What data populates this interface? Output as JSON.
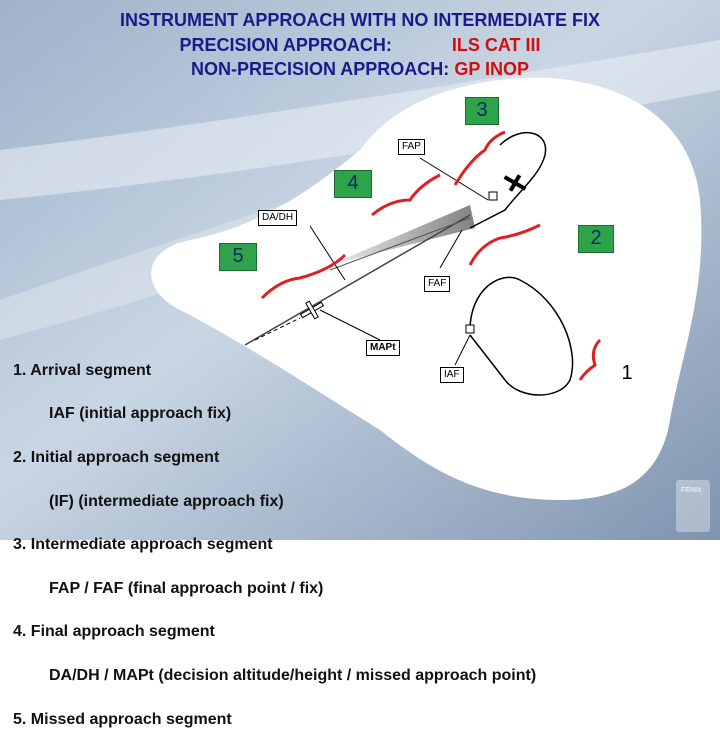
{
  "title": {
    "line1": "INSTRUMENT APPROACH WITH NO INTERMEDIATE FIX",
    "line2_prefix": "PRECISION APPROACH:",
    "line2_value": "ILS CAT III",
    "line3_prefix": "NON-PRECISION APPROACH:",
    "line3_value": "GP INOP"
  },
  "segment_numbers": [
    "1",
    "2",
    "3",
    "4",
    "5"
  ],
  "labels": {
    "fap": "FAP",
    "dadh": "DA/DH",
    "faf": "FAF",
    "mapt": "MAPt",
    "iaf": "IAF"
  },
  "legend": {
    "item1": "1. Arrival segment",
    "item1_sub": "IAF (initial approach fix)",
    "item2": "2. Initial approach segment",
    "item2_sub": "(IF) (intermediate approach fix)",
    "item3": "3. Intermediate approach segment",
    "item3_sub": "FAP / FAF (final approach point / fix)",
    "item4": "4. Final approach segment",
    "item4_sub": "DA/DH / MAPt (decision altitude/height / missed approach point)",
    "item5": "5. Missed approach segment"
  },
  "logo": {
    "text": "FENIX"
  },
  "colors": {
    "title": "#1a1a8c",
    "title_accent": "#d01010",
    "segment_box": "#2ea34a",
    "brace": "#e02020"
  }
}
